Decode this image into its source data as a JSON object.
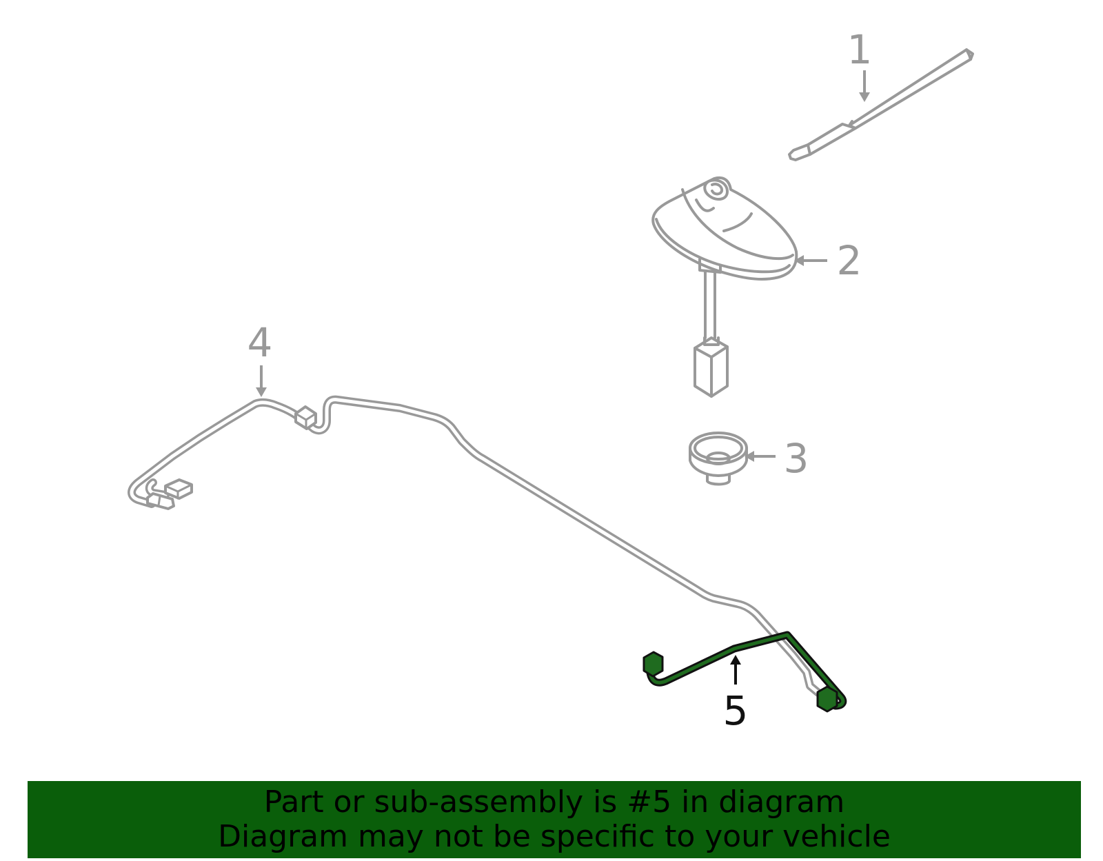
{
  "callouts": {
    "c1": "1",
    "c2": "2",
    "c3": "3",
    "c4": "4",
    "c5": "5"
  },
  "banner": {
    "line1": "Part or sub-assembly is #5 in diagram",
    "line2": "Diagram may not be specific to your vehicle"
  },
  "colors": {
    "highlight": "#1f6b1f",
    "banner_bg": "#0a5e0a",
    "parts_gray": "#999999"
  }
}
